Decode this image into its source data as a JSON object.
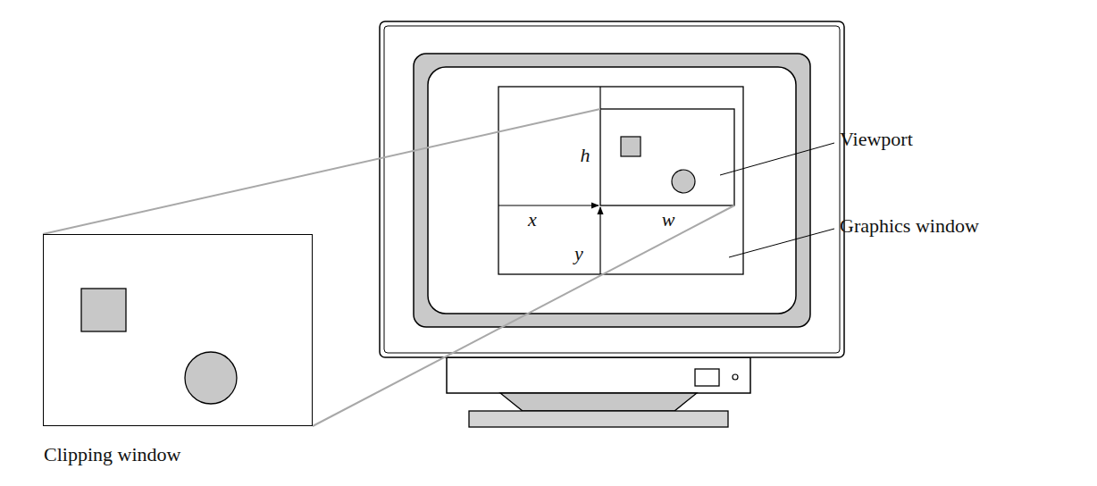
{
  "diagram": {
    "nodes": [
      {
        "text": [
          "Clipping window"
        ]
      }
    ],
    "labels": [
      "h",
      "x",
      "w",
      "y",
      "Viewport",
      "Graphics window"
    ]
  }
}
